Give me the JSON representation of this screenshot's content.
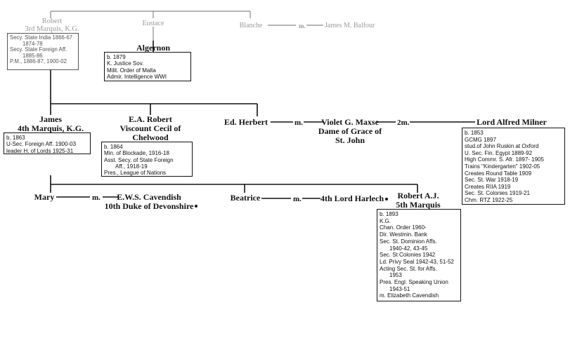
{
  "people": {
    "robert_3rd": {
      "lines": [
        "Robert",
        "3rd Marquis, K.G."
      ]
    },
    "eustace": {
      "lines": [
        "Eustace"
      ]
    },
    "blanche": {
      "lines": [
        "Blanche"
      ]
    },
    "james_balfour": {
      "lines": [
        "James M. Balfour"
      ]
    },
    "algernon": {
      "lines": [
        "Algernon"
      ]
    },
    "james_4th": {
      "lines": [
        "James",
        "4th Marquis, K.G."
      ]
    },
    "ea_robert": {
      "lines": [
        "E.A. Robert",
        "Viscount Cecil of",
        "Chelwood"
      ]
    },
    "ed_herbert": {
      "lines": [
        "Ed. Herbert"
      ]
    },
    "violet": {
      "lines": [
        "Violet G. Maxse",
        "Dame of Grace  of",
        "St. John"
      ]
    },
    "milner": {
      "lines": [
        "Lord Alfred Milner"
      ]
    },
    "mary": {
      "lines": [
        "Mary"
      ]
    },
    "cavendish": {
      "lines": [
        "E.W.S. Cavendish",
        "10th Duke of Devonshire"
      ]
    },
    "beatrice": {
      "lines": [
        "Beatrice"
      ]
    },
    "harlech": {
      "lines": [
        "4th Lord Harlech"
      ]
    },
    "robert_5th": {
      "lines": [
        "Robert A.J.",
        "5th Marquis"
      ]
    }
  },
  "links": {
    "blanche_m": "m.",
    "herbert_m": "m.",
    "violet_2m": "2m.",
    "mary_m": "m.",
    "beatrice_m": "m."
  },
  "boxes": {
    "robert_3rd": [
      "Secy. State  India  1866-67",
      "1874-78",
      "Secy.  State  Foreign  Aff.",
      "1885-86",
      "P.M., 1886-87, 1900-02"
    ],
    "algernon": [
      "b. 1879",
      "K. Justice Sov.",
      "Milit. Order of Malta",
      "Admir. Intelligence WWI"
    ],
    "james_4th": [
      "b. 1863",
      "U-Sec. Foreign Aff. 1900-03",
      "leader  H. of Lords 1925-31"
    ],
    "ea_robert": [
      "b. 1864",
      "Min. of Blockade, 1916-18",
      "Asst. Secy. of State Foreign",
      "Aff., 1918-19",
      "Pres., League of Nations"
    ],
    "milner": [
      "b. 1853",
      "GCMG 1897",
      "stud.of  John Ruskin  at Oxford",
      "U. Sec. Fin. Egypt 1889-92",
      "High  Commr. S. Afr.  1897- 1905",
      "Trains  \"Kindergarten\" 1902-05",
      "Creates Round Table 1909",
      "Sec. St. War 1918-19",
      "Creates RIIA 1919",
      "Sec. St. Colonies 1919-21",
      "Chm. RTZ 1922-25"
    ],
    "robert_5th": [
      "b. 1893",
      "K.G.",
      "Chan. Order 1960-",
      "Dir. Westmin. Bank",
      "Sec.  St.  Dominion  Affs.",
      "1940-42, 43-45",
      "Sec. St Colonies 1942",
      "Ld. Privy Seal 1942-43, 51-52",
      "Acting  Sec.  St.  for  Affs.",
      "1953",
      "Pres. Engl. Speaking Union",
      "1943-51",
      "m. Elizabeth Cavendish"
    ]
  }
}
